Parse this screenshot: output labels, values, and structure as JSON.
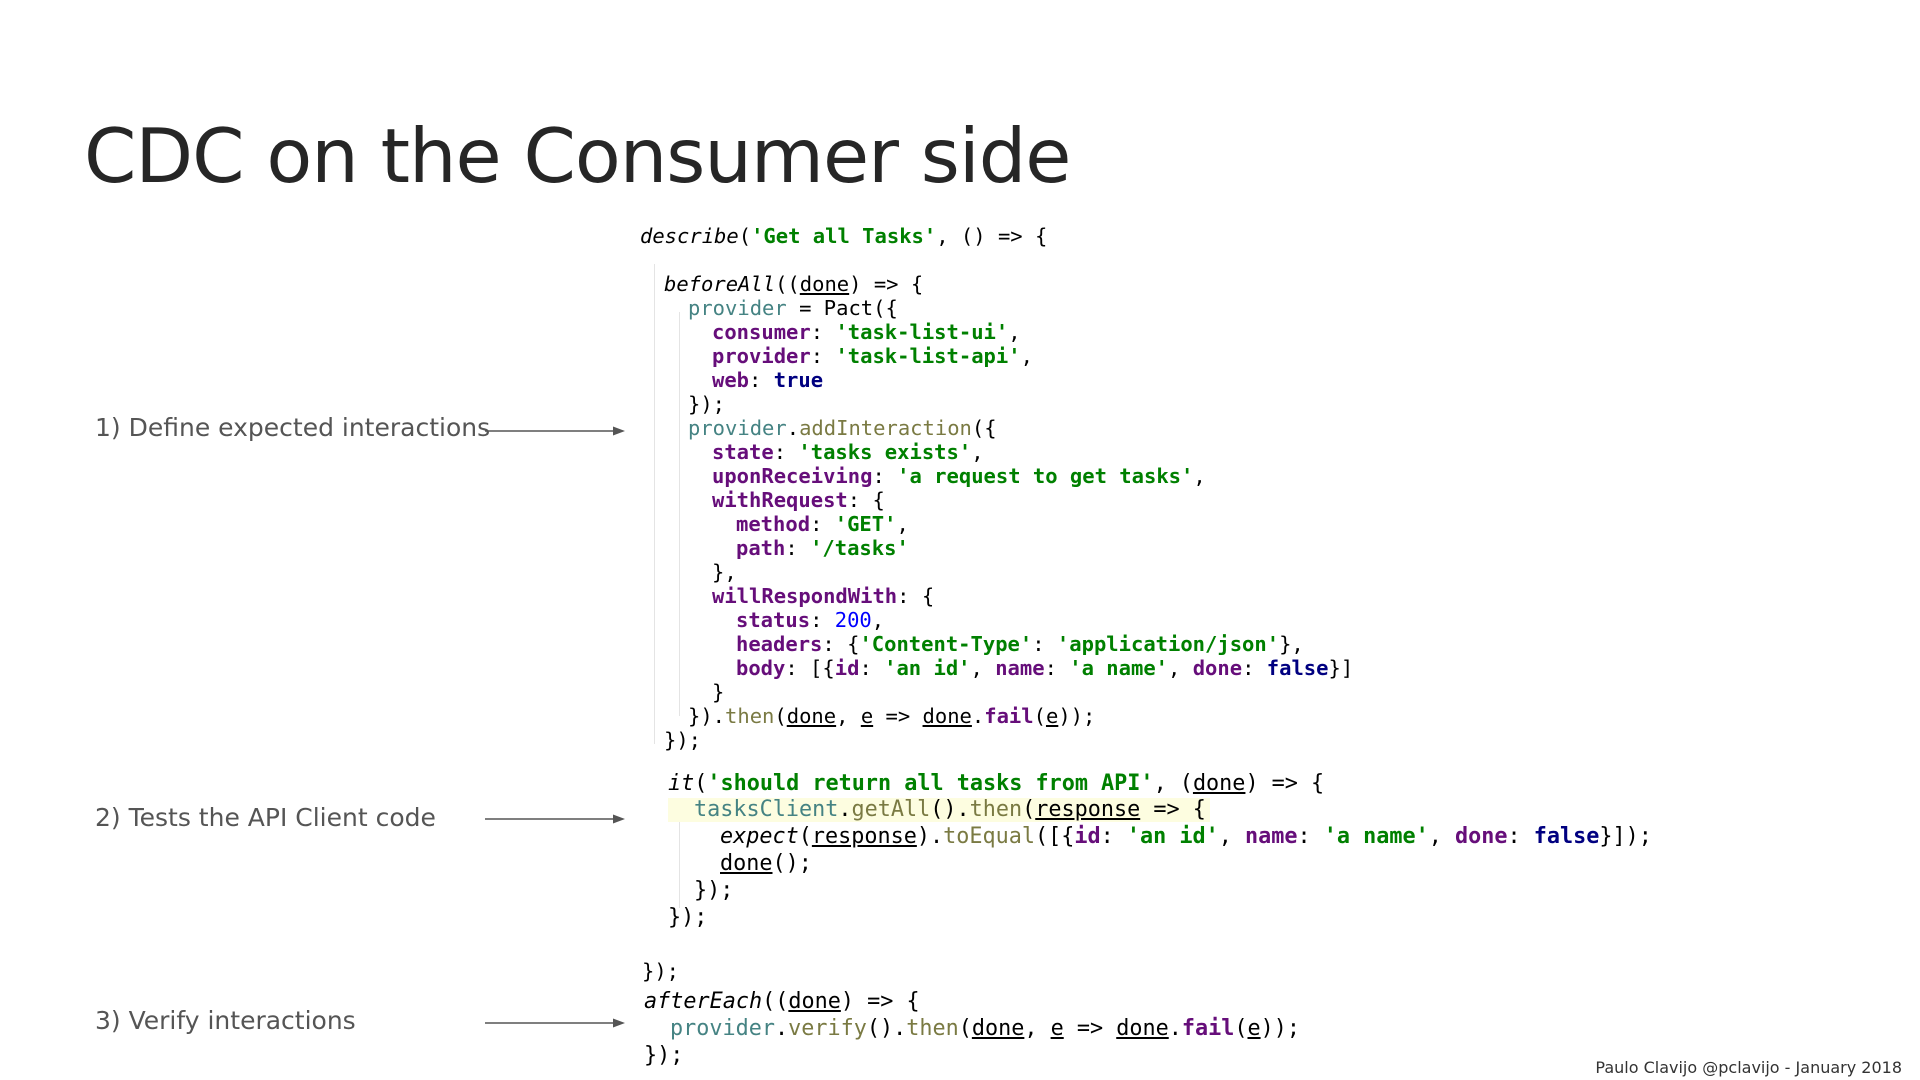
{
  "slide": {
    "title": "CDC on the Consumer side",
    "steps": [
      {
        "label": "1) Define expected interactions"
      },
      {
        "label": "2) Tests the API Client code"
      },
      {
        "label": "3) Verify interactions"
      }
    ],
    "footer": "Paulo Clavijo @pclavijo  -  January 2018"
  },
  "code": {
    "describe_fn": "describe",
    "describe_title": "'Get all Tasks'",
    "beforeAll_fn": "beforeAll",
    "pact_fn": "Pact",
    "consumer_key": "consumer",
    "consumer_val": "'task-list-ui'",
    "provider_key": "provider",
    "provider_val": "'task-list-api'",
    "web_key": "web",
    "web_val": "true",
    "add_interaction": "addInteraction",
    "state_key": "state",
    "state_val": "'tasks exists'",
    "upon_key": "uponReceiving",
    "upon_val": "'a request to get tasks'",
    "with_request_key": "withRequest",
    "method_key": "method",
    "method_val": "'GET'",
    "path_key": "path",
    "path_val": "'/tasks'",
    "will_respond_key": "willRespondWith",
    "status_key": "status",
    "status_val": "200",
    "headers_key": "headers",
    "content_type_key": "'Content-Type'",
    "content_type_val": "'application/json'",
    "body_key": "body",
    "id_key": "id",
    "id_val": "'an id'",
    "name_key": "name",
    "name_val": "'a name'",
    "done_key": "done",
    "done_val": "false",
    "then_fn": "then",
    "fail_fn": "fail",
    "it_fn": "it",
    "it_title": "'should return all tasks from API'",
    "tasks_client": "tasksClient",
    "get_all": "getAll",
    "response_param": "response",
    "expect_fn": "expect",
    "to_equal": "toEqual",
    "afterEach_fn": "afterEach",
    "verify_fn": "verify",
    "done_param": "done",
    "e_param": "e",
    "provider_var": "provider"
  }
}
